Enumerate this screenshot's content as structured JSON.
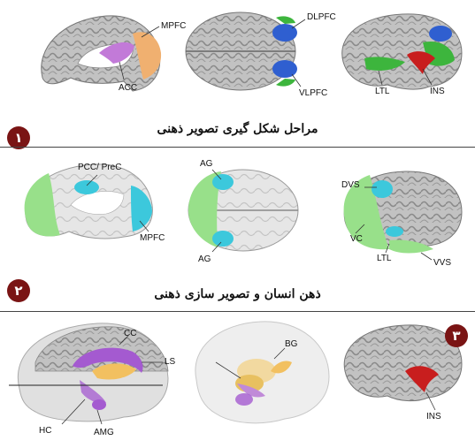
{
  "section1": {
    "caption": "مراحل شکل گیری تصویر ذهنی",
    "badge": "١",
    "labels": {
      "mpfc": "MPFC",
      "acc": "ACC",
      "dlpfc": "DLPFC",
      "vlpfc": "VLPFC",
      "ltl": "LTL",
      "ins": "INS"
    }
  },
  "section2": {
    "caption": "ذهن انسان و تصویر سازی ذهنی",
    "badge": "٢",
    "labels": {
      "pcc": "PCC/ PreC",
      "mpfc": "MPFC",
      "ag_top": "AG",
      "ag_bottom": "AG",
      "dvs": "DVS",
      "vc": "VC",
      "ltl": "LTL",
      "vvs": "VVS"
    }
  },
  "section3": {
    "badge": "٣",
    "labels": {
      "cc": "CC",
      "ls": "LS",
      "bg": "BG",
      "hc": "HC",
      "amg": "AMG",
      "ins": "INS"
    }
  },
  "colors": {
    "cortex": "#b8b8b8",
    "mpfc_orange": "#f0b070",
    "acc_purple": "#c27ad8",
    "blue": "#2f5fd0",
    "green": "#3db53d",
    "red": "#c81e1e",
    "dmn_green": "#98e08a",
    "dmn_cyan": "#3cc8dc",
    "limbic_purple": "#a45ad0",
    "limbic_orange": "#f2c060",
    "badge_red": "#7a1414"
  }
}
